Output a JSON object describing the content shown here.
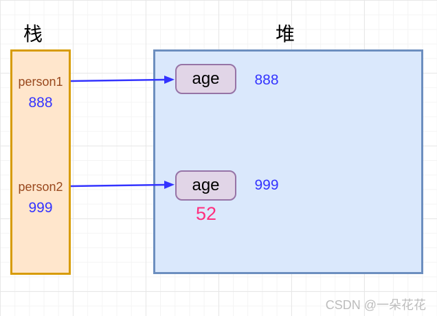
{
  "colors": {
    "stack_fill": "#ffe6cc",
    "stack_stroke": "#d79b00",
    "heap_fill": "#dae8fc",
    "heap_stroke": "#6c8ebf",
    "object_fill": "#e1d5e7",
    "object_stroke": "#9673a6",
    "var_name": "#99481d",
    "ref_number": "#3333ff",
    "field_value": "#ff2e7e",
    "arrow": "#3333ff",
    "watermark": "#bcbcbc"
  },
  "stack": {
    "label": "栈",
    "vars": [
      {
        "name": "person1",
        "ref": "888"
      },
      {
        "name": "person2",
        "ref": "999"
      }
    ]
  },
  "heap": {
    "label": "堆",
    "objects": [
      {
        "field": "age",
        "ref": "888"
      },
      {
        "field": "age",
        "ref": "999",
        "value": "52"
      }
    ]
  },
  "watermark": "CSDN @一朵花花"
}
